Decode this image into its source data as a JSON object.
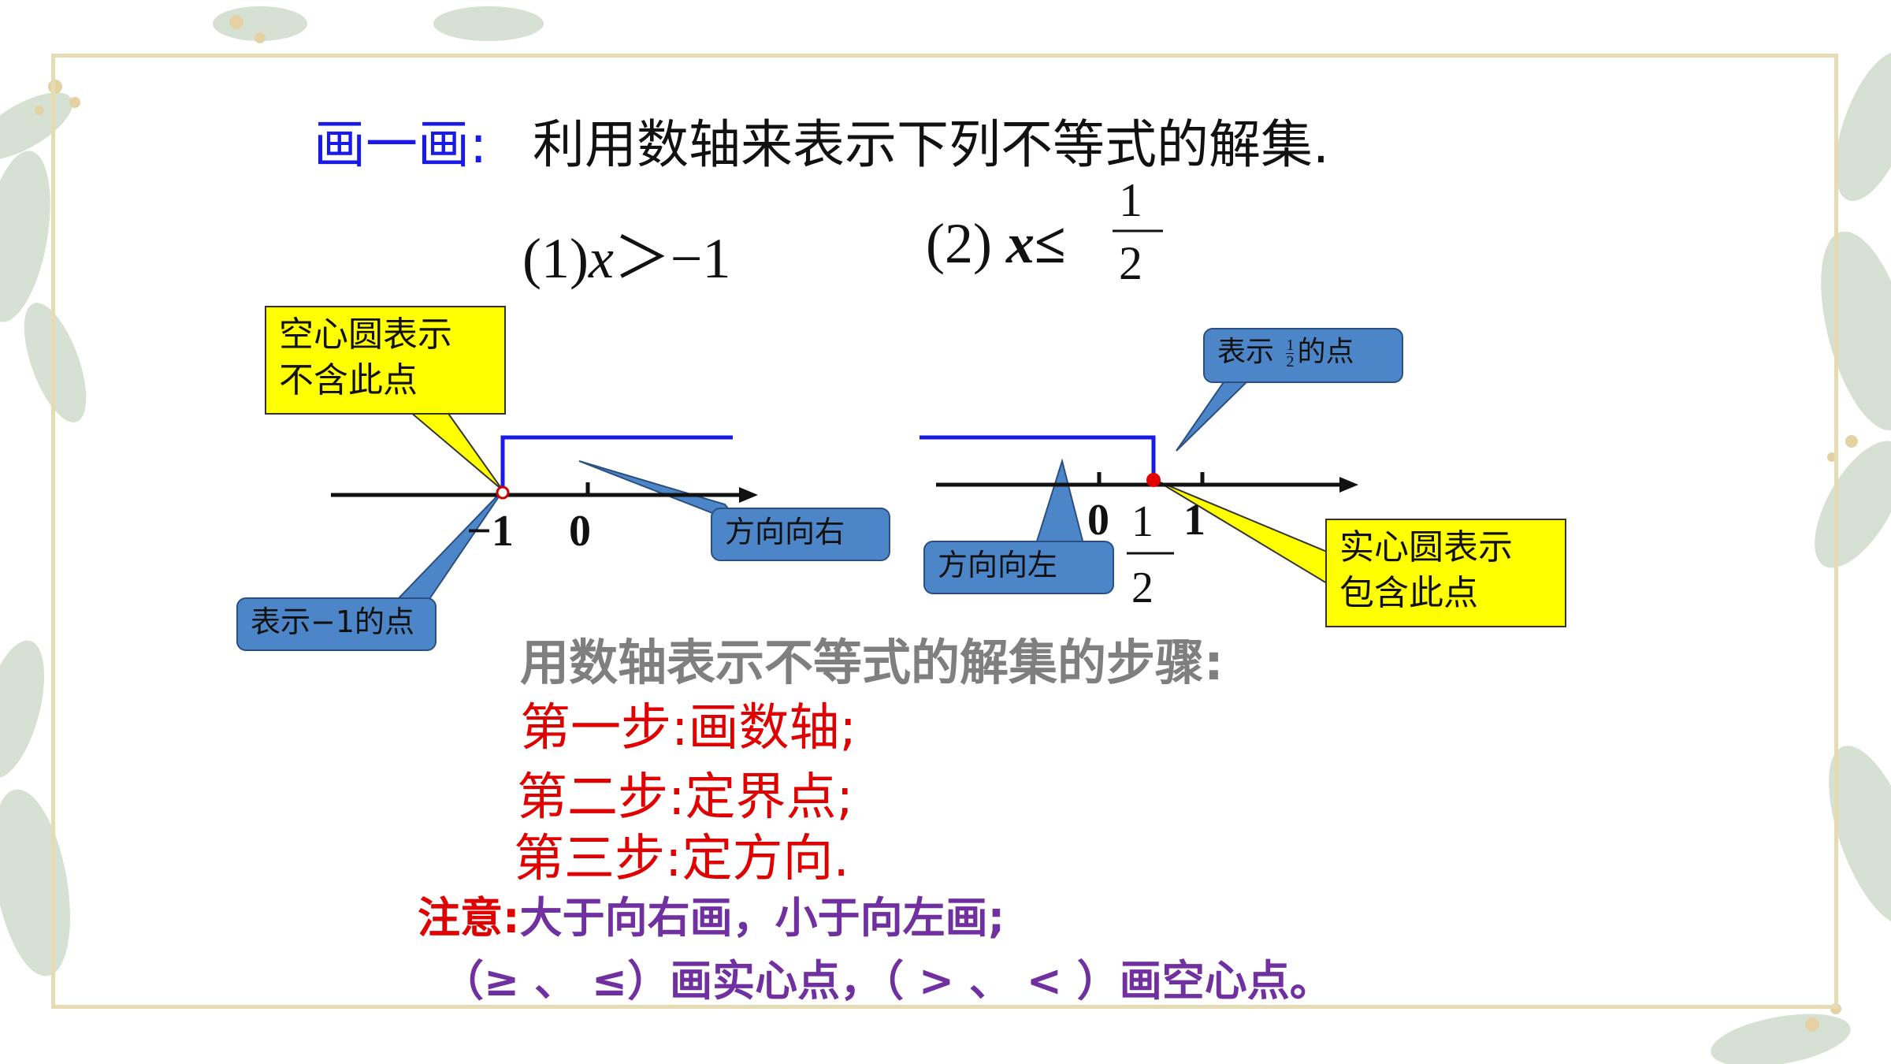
{
  "title": {
    "label": "画一画:",
    "text": "利用数轴来表示下列不等式的解集."
  },
  "inequalities": {
    "one_prefix": "(1)",
    "one_var": "x",
    "one_rel": "＞−1",
    "two_prefix": "(2)",
    "two_var": "x",
    "two_rel": "≤",
    "two_frac_num": "1",
    "two_frac_den": "2"
  },
  "axis1": {
    "tick_neg1": "−1",
    "tick_0": "0"
  },
  "axis2": {
    "tick_0": "0",
    "frac_num": "1",
    "frac_den": "2",
    "tick_1": "1"
  },
  "callouts": {
    "hollow": [
      "空心圆表示",
      "不含此点"
    ],
    "dir_right": "方向向右",
    "point_neg1": "表示−1的点",
    "point_half_prefix": "表示",
    "point_half_num": "1",
    "point_half_den": "2",
    "point_half_suffix": "的点",
    "dir_left": "方向向左",
    "solid": [
      "实心圆表示",
      "包含此点"
    ]
  },
  "steps": {
    "title": "用数轴表示不等式的解集的步骤:",
    "items": [
      "第一步:画数轴;",
      "第二步:定界点;",
      "第三步:定方向."
    ]
  },
  "note": {
    "label": "注意:",
    "line1": "大于向右画，小于向左画;",
    "line2": "（≥ 、 ≤）画实心点，（ > 、 < ）画空心点。"
  },
  "colors": {
    "title_blue": "#1a1ae6",
    "step_red": "#e00000",
    "note_purple": "#7030a0",
    "callout_yellow": "#ffff00",
    "callout_blue": "#4d86c8",
    "ray_blue": "#1a1ae6",
    "frame": "#e6dcb4"
  }
}
